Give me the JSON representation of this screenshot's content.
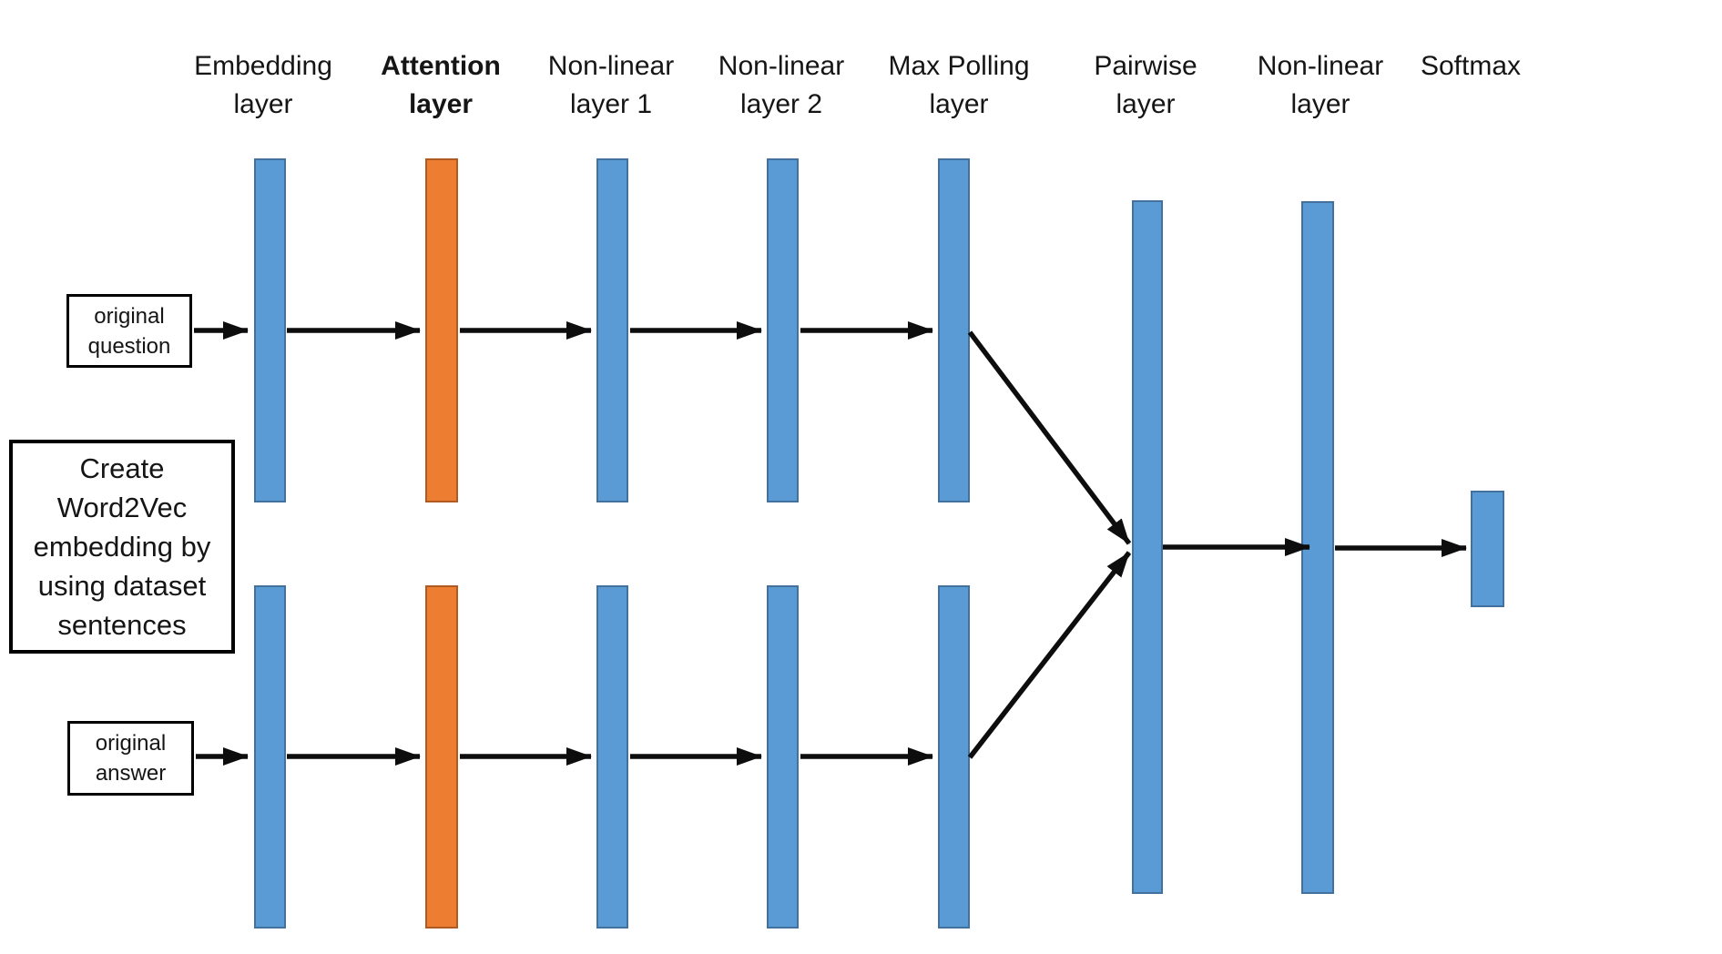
{
  "diagram": {
    "headers": [
      {
        "id": "embedding-layer",
        "line1": "Embedding",
        "line2": "layer",
        "emphasis": "normal"
      },
      {
        "id": "attention-layer",
        "line1": "Attention",
        "line2": "layer",
        "emphasis": "bold"
      },
      {
        "id": "non-linear-layer-1",
        "line1": "Non-linear",
        "line2": "layer 1",
        "emphasis": "normal"
      },
      {
        "id": "non-linear-layer-2",
        "line1": "Non-linear",
        "line2": "layer 2",
        "emphasis": "normal"
      },
      {
        "id": "max-polling-layer",
        "line1": "Max Polling",
        "line2": "layer",
        "emphasis": "normal"
      },
      {
        "id": "pairwise-layer",
        "line1": "Pairwise",
        "line2": "layer",
        "emphasis": "normal"
      },
      {
        "id": "non-linear-layer",
        "line1": "Non-linear",
        "line2": "layer",
        "emphasis": "normal"
      },
      {
        "id": "softmax",
        "line1": "Softmax",
        "line2": "",
        "emphasis": "normal"
      }
    ],
    "input_boxes": [
      {
        "id": "original-question",
        "label": "original question"
      },
      {
        "id": "original-answer",
        "label": "original answer"
      }
    ],
    "note_box": {
      "label": "Create Word2Vec embedding by using dataset sentences"
    },
    "colors": {
      "bar_blue": "#5B9BD5",
      "bar_blue_border": "#41719C",
      "bar_orange": "#ED7D31",
      "bar_orange_border": "#AE5A21",
      "arrow_color": "#0d0d0d",
      "text_color": "#151515",
      "box_border": "#000000",
      "background": "#ffffff"
    }
  }
}
